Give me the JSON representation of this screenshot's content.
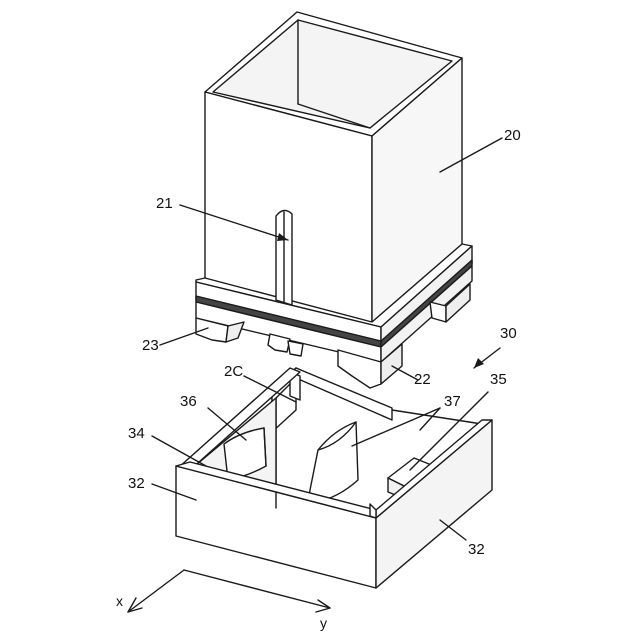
{
  "labels": {
    "box": "20",
    "slot_rail": "21",
    "base_block": "22",
    "foot": "23",
    "corner": "2C",
    "unit": "30",
    "side_wall": "32",
    "side_wall_right": "32",
    "inner_wall": "34",
    "stopper": "35",
    "guide_left": "36",
    "guide_right": "37"
  },
  "axes": {
    "x": "x",
    "y": "y"
  }
}
